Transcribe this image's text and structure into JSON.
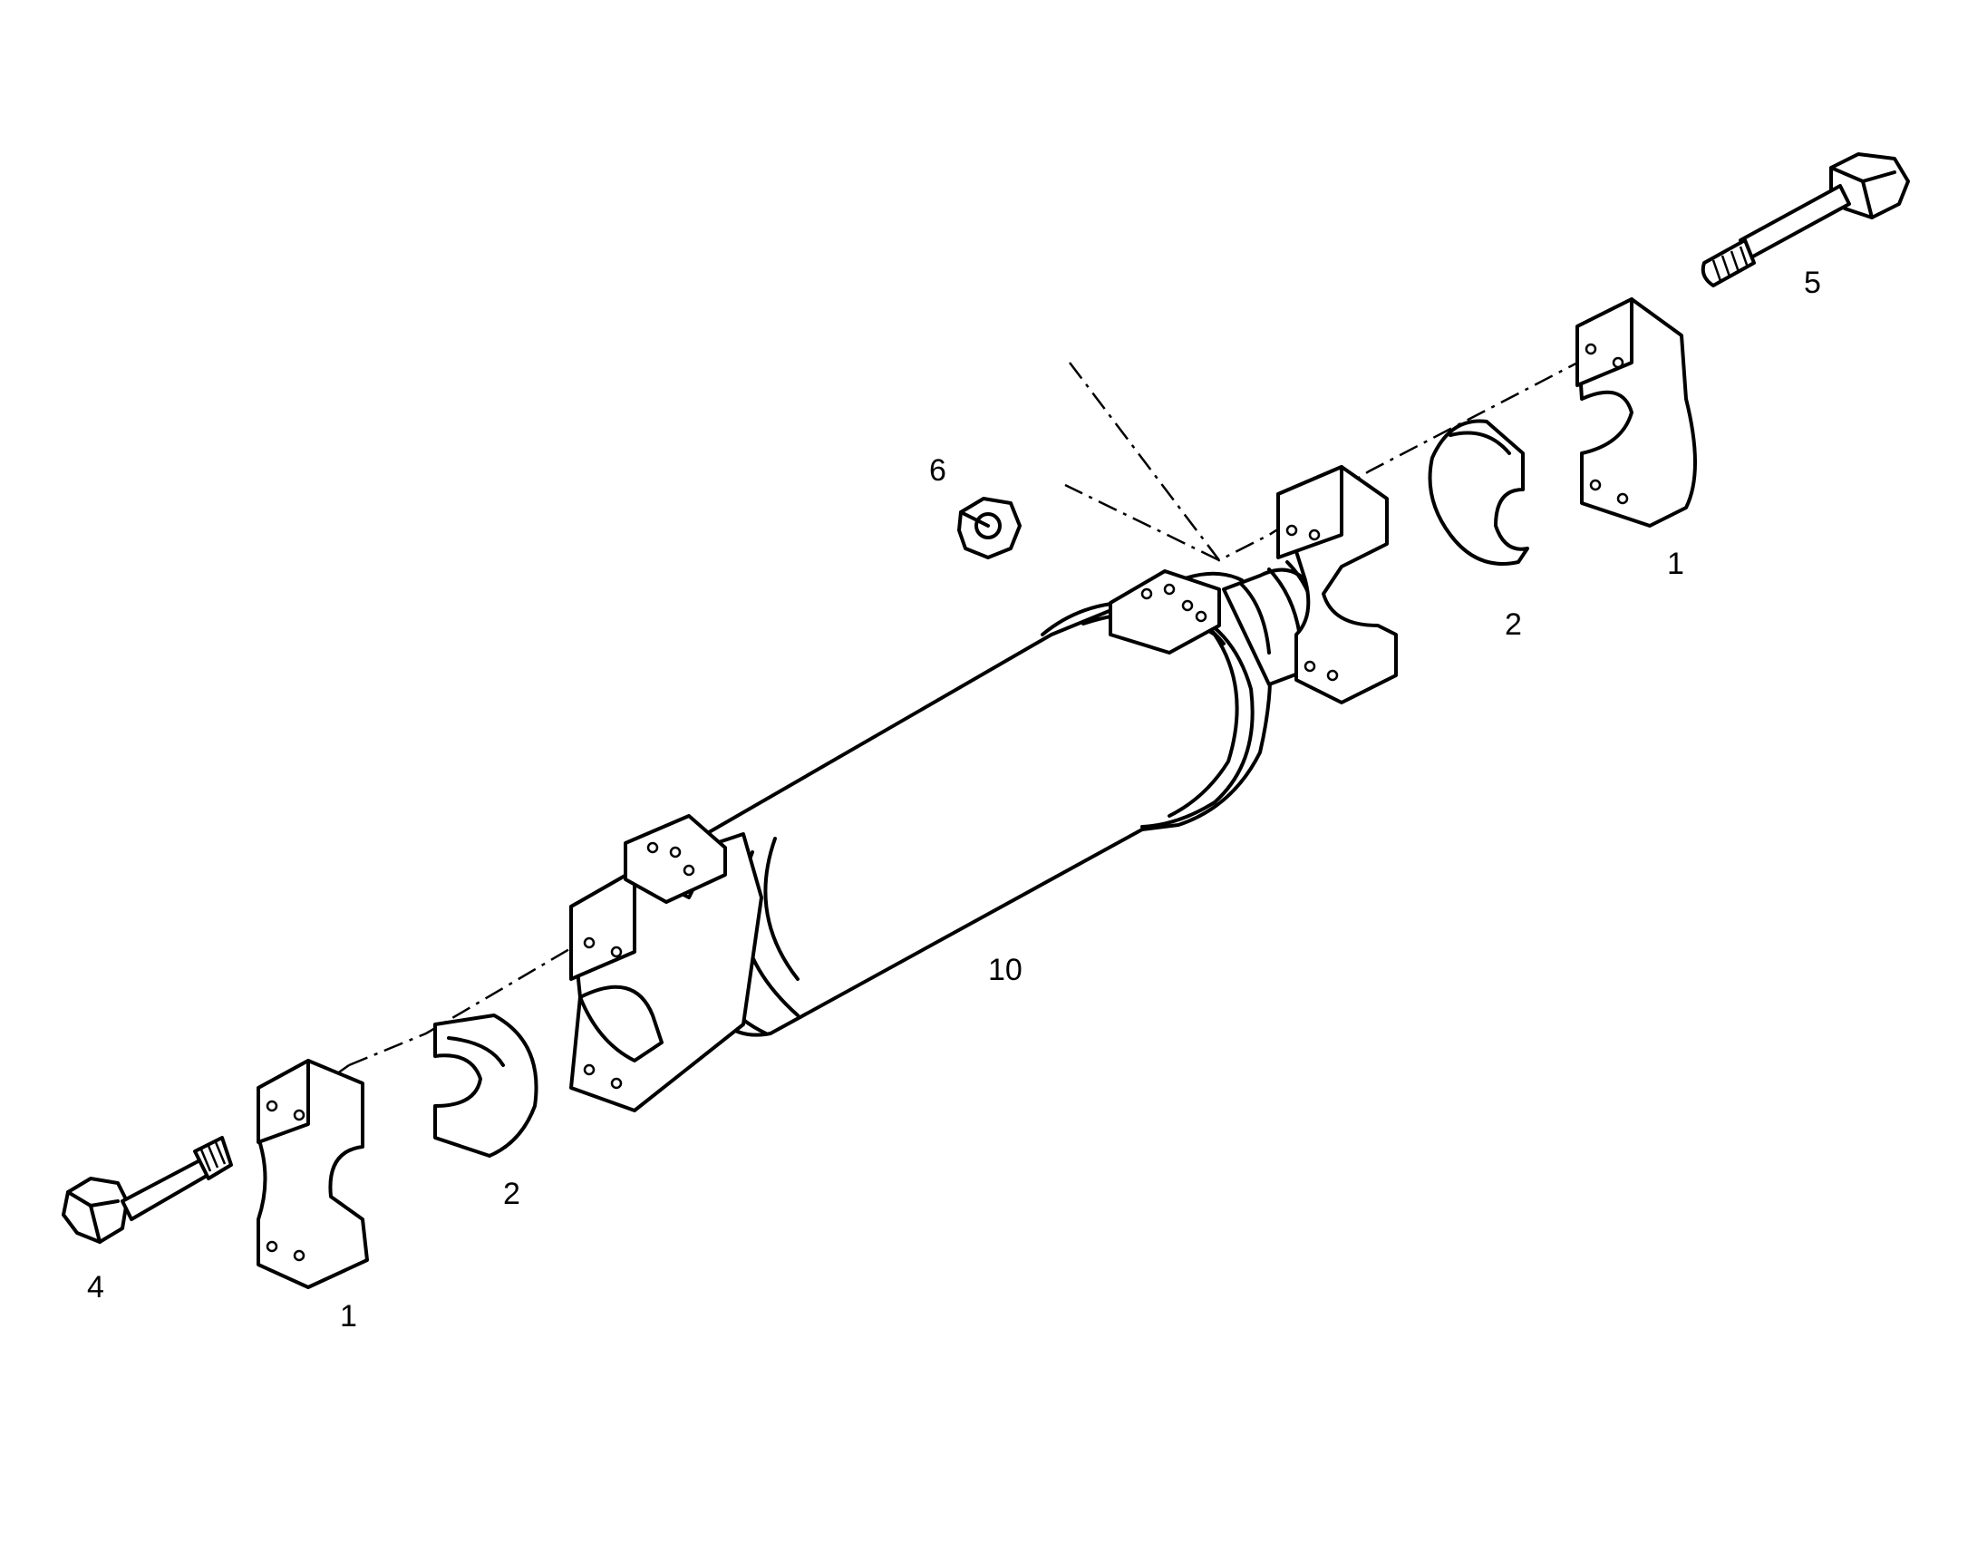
{
  "diagram": {
    "callouts": {
      "part_1_upper": "1",
      "part_1_lower": "1",
      "part_2_upper": "2",
      "part_2_lower": "2",
      "part_4": "4",
      "part_5": "5",
      "part_6": "6",
      "part_10": "10"
    },
    "line_color": "#000000",
    "background": "#ffffff"
  }
}
